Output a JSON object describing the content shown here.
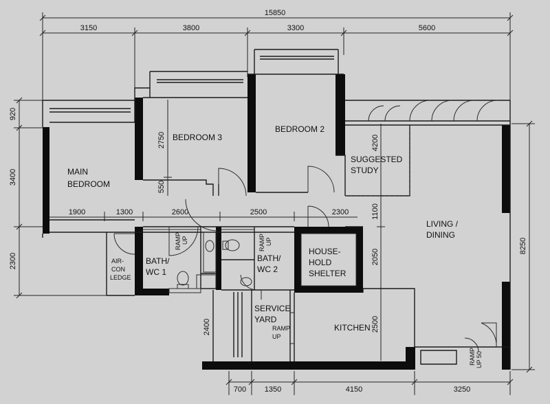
{
  "dimensions": {
    "overall_width": "15850",
    "top": [
      "3150",
      "3800",
      "3300",
      "5600"
    ],
    "left": [
      "920",
      "3400",
      "2300"
    ],
    "right": "8250",
    "internal_row": [
      "1900",
      "1300",
      "2600",
      "2500",
      "2300"
    ],
    "bedroom3_height": "2750",
    "bedroom3_small": "550",
    "study_height": "4200",
    "corridor": "1100",
    "shelter_height": "2050",
    "kitchen_height": "2500",
    "service_yard_height": "2400",
    "bottom": [
      "700",
      "1350",
      "4150",
      "3250"
    ]
  },
  "rooms": {
    "main_bedroom": [
      "MAIN",
      "BEDROOM"
    ],
    "bedroom3": "BEDROOM 3",
    "bedroom2": "BEDROOM 2",
    "study": [
      "SUGGESTED",
      "STUDY"
    ],
    "living": [
      "LIVING /",
      "DINING"
    ],
    "aircon": [
      "AIR-",
      "CON",
      "LEDGE"
    ],
    "bath1": [
      "BATH/",
      "WC 1"
    ],
    "bath2": [
      "BATH/",
      "WC 2"
    ],
    "shelter": [
      "HOUSE-",
      "HOLD",
      "SHELTER"
    ],
    "service": [
      "SERVICE",
      "YARD"
    ],
    "kitchen": "KITCHEN"
  },
  "ramps": {
    "ramp1": [
      "RAMP",
      "UP"
    ],
    "ramp2": [
      "RAMP",
      "UP"
    ],
    "ramp3": [
      "RAMP",
      "UP"
    ],
    "ramp4": [
      "RAMP",
      "UP 50"
    ]
  }
}
